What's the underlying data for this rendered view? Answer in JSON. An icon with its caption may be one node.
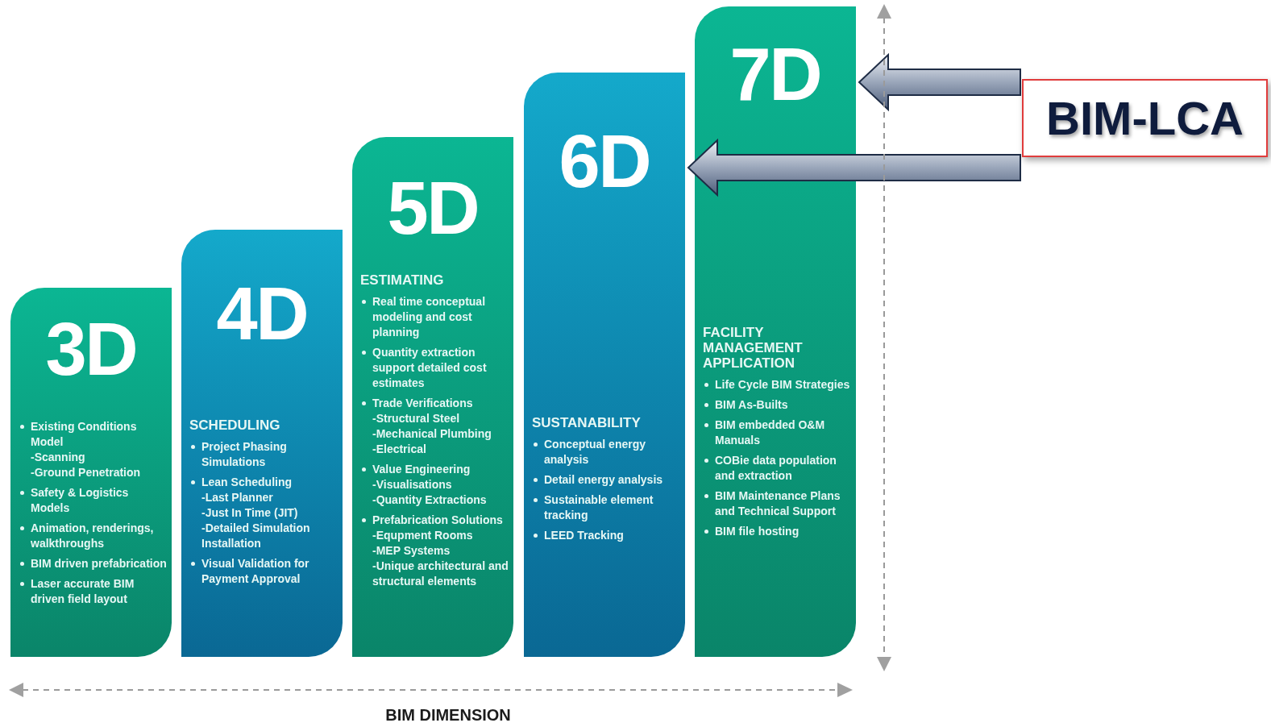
{
  "diagram": {
    "nodes": [
      {
        "text": [
          "3D",
          "Existing Conditions Model",
          "-Scanning",
          "-Ground Penetration",
          "Safety & Logistics Models",
          "Animation, renderings, walkthroughs",
          "BIM driven prefabrication",
          "Laser accurate BIM driven field layout"
        ]
      },
      {
        "text": [
          "4D",
          "SCHEDULING",
          "Project Phasing Simulations",
          "Lean Scheduling",
          "-Last Planner",
          "-Just In Time (JIT)",
          "-Detailed Simulation Installation",
          "Visual Validation for Payment Approval"
        ]
      },
      {
        "text": [
          "5D",
          "ESTIMATING",
          "Real time conceptual modeling and cost planning",
          "Quantity extraction support detailed cost estimates",
          "Trade Verifications",
          "-Structural Steel",
          "-Mechanical Plumbing",
          "-Electrical",
          "Value Engineering",
          "-Visualisations",
          "-Quantity Extractions",
          "Prefabrication Solutions",
          "-Equpment Rooms",
          "-MEP Systems",
          "-Unique architectural and structural elements"
        ]
      },
      {
        "text": [
          "6D",
          "SUSTANABILITY",
          "Conceptual energy analysis",
          "Detail energy analysis",
          "Sustainable element tracking",
          "LEED Tracking"
        ]
      },
      {
        "text": [
          "7D",
          "FACILITY MANAGEMENT APPLICATION",
          "Life Cycle BIM Strategies",
          "BIM As-Builts",
          "BIM embedded O&M Manuals",
          "COBie data population and extraction",
          "BIM Maintenance Plans and Technical Support",
          "BIM file hosting"
        ]
      },
      {
        "text": [
          "BIM-LCA"
        ]
      }
    ],
    "edges": [
      {
        "from": 5,
        "to": 4,
        "arrow": "to"
      },
      {
        "from": 5,
        "to": 3,
        "arrow": "to"
      }
    ],
    "labels": [
      "BIM DIMENSION"
    ]
  }
}
